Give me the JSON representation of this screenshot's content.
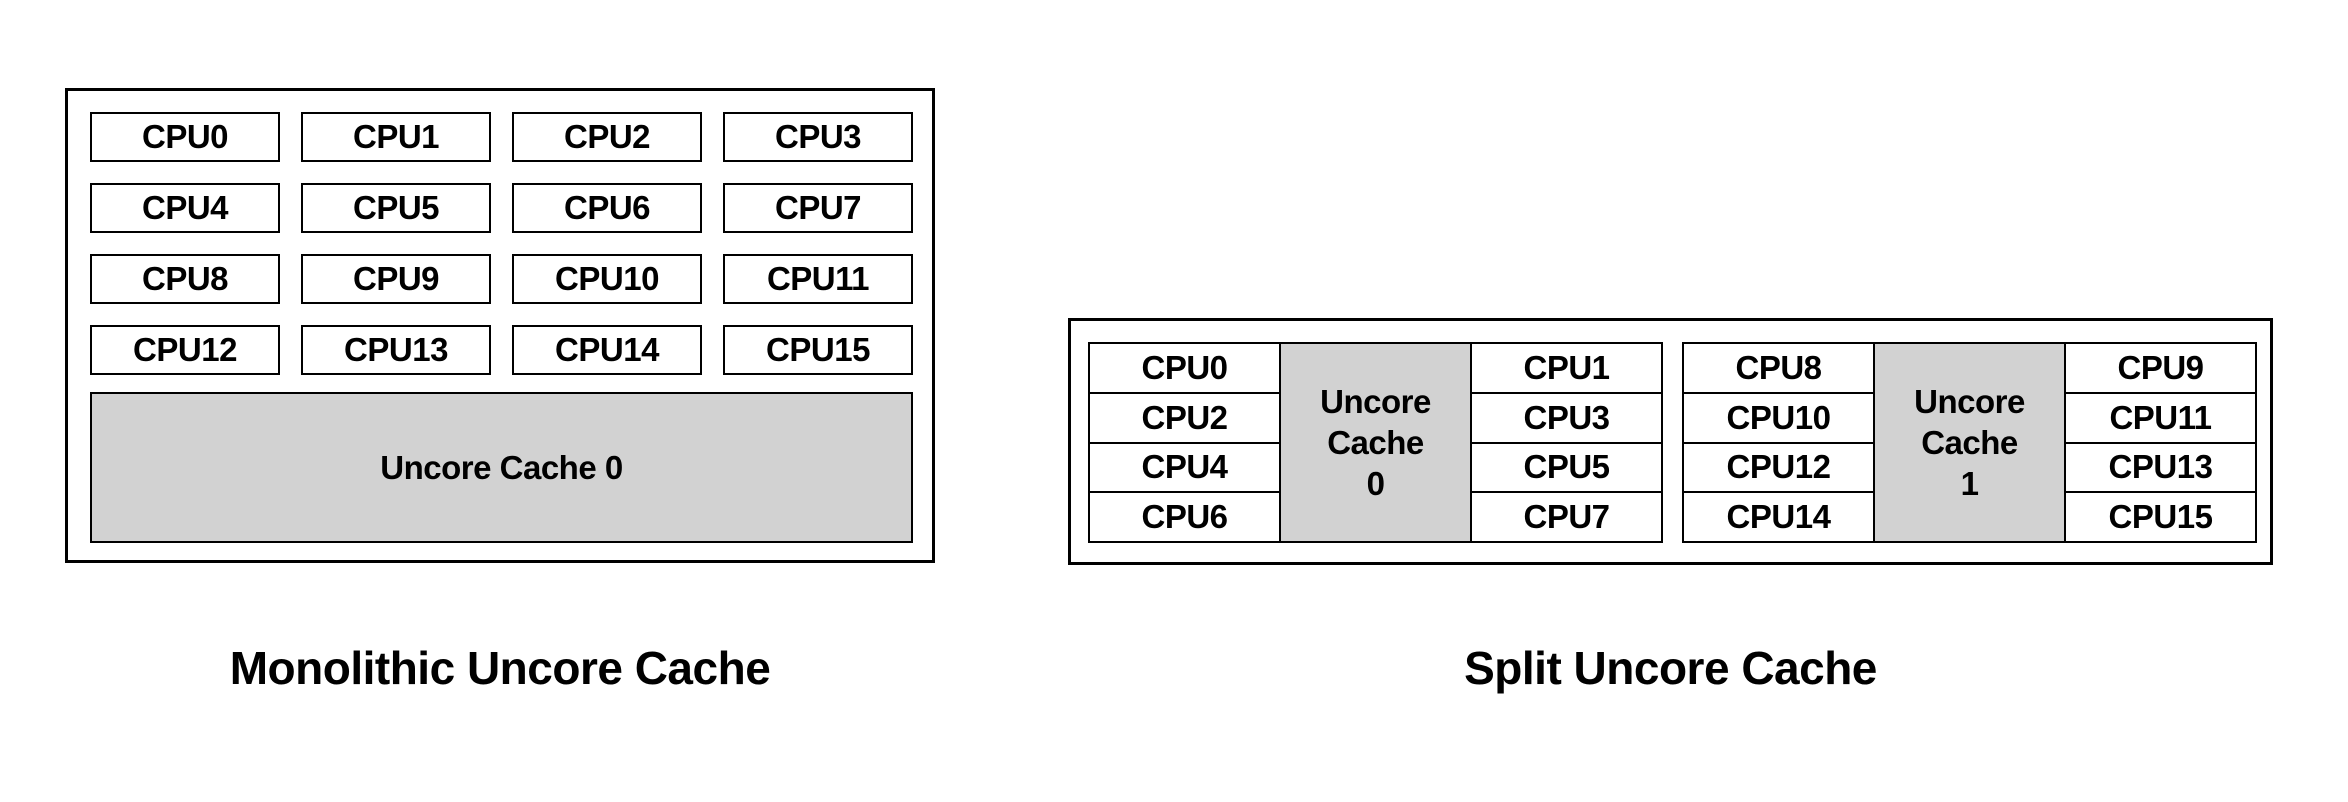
{
  "monolithic": {
    "caption": "Monolithic Uncore Cache",
    "cpus": [
      "CPU0",
      "CPU1",
      "CPU2",
      "CPU3",
      "CPU4",
      "CPU5",
      "CPU6",
      "CPU7",
      "CPU8",
      "CPU9",
      "CPU10",
      "CPU11",
      "CPU12",
      "CPU13",
      "CPU14",
      "CPU15"
    ],
    "cache_label": "Uncore Cache 0"
  },
  "split": {
    "caption": "Split Uncore Cache",
    "groups": [
      {
        "left_cpus": [
          "CPU0",
          "CPU2",
          "CPU4",
          "CPU6"
        ],
        "cache_label": "Uncore\nCache\n0",
        "right_cpus": [
          "CPU1",
          "CPU3",
          "CPU5",
          "CPU7"
        ]
      },
      {
        "left_cpus": [
          "CPU8",
          "CPU10",
          "CPU12",
          "CPU14"
        ],
        "cache_label": "Uncore\nCache\n1",
        "right_cpus": [
          "CPU9",
          "CPU11",
          "CPU13",
          "CPU15"
        ]
      }
    ]
  },
  "colors": {
    "background": "#ffffff",
    "border": "#000000",
    "text": "#000000",
    "cache_fill": "#d2d2d2"
  }
}
